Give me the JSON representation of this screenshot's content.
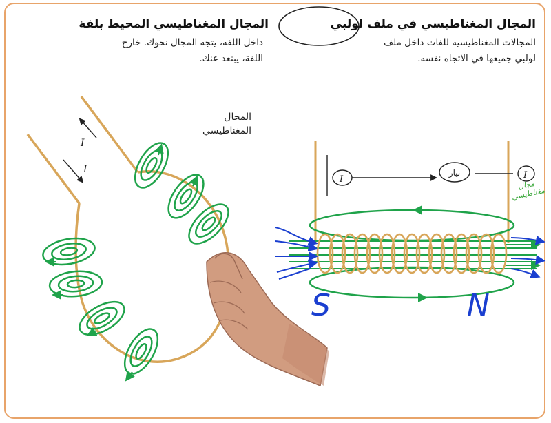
{
  "left_column": {
    "heading": "المجال المغناطيسي المحيط بلفة",
    "body_line1": "داخل اللفة، يتجه المجال نحوك. خارج",
    "body_line2": "اللفة، يبتعد عنك.",
    "figure_label_line1": "المجال",
    "figure_label_line2": "المغناطيسي",
    "current_label": "I"
  },
  "right_column": {
    "heading": "المجال المغناطيسي في ملف لولبي",
    "body_line1": "المجالات المغناطيسية للفات داخل ملف",
    "body_line2": "لولبي جميعها في الاتجاه نفسه.",
    "annotation_terminal_left": "I",
    "annotation_middle": "تيار",
    "annotation_terminal_right": "I",
    "side_note": "مجال\nمغناطيسي",
    "pole_south": "S",
    "pole_north": "N"
  },
  "colors": {
    "border": "#e8a46a",
    "wire": "#d8a65a",
    "field_lines": "#1fa34a",
    "ink_blue": "#1a3fd0"
  }
}
